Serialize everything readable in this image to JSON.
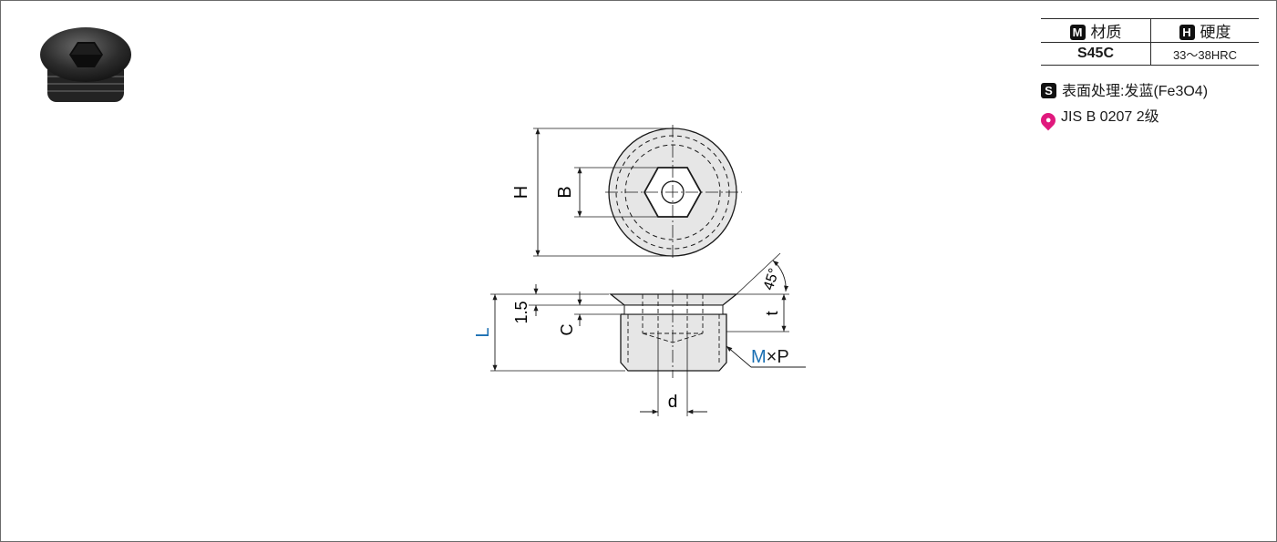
{
  "spec_table": {
    "material_tag": "M",
    "material_header": "材质",
    "hardness_tag": "H",
    "hardness_header": "硬度",
    "material_value": "S45C",
    "hardness_value": "33～38HRC"
  },
  "notes": {
    "surface_tag": "S",
    "surface_text": "表面处理:发蓝(Fe3O4)",
    "standard_text": "JIS B 0207 2级"
  },
  "dimensions": {
    "H": "H",
    "B": "B",
    "L": "L",
    "C": "C",
    "d": "d",
    "t": "t",
    "flange": "1.5",
    "angle": "45°",
    "thread_M": "M",
    "thread_x": "×",
    "thread_P": "P"
  },
  "colors": {
    "line": "#1a1a1a",
    "highlight": "#1a6fb3",
    "pin": "#e0197d",
    "part_fill": "#e6e6e6"
  }
}
